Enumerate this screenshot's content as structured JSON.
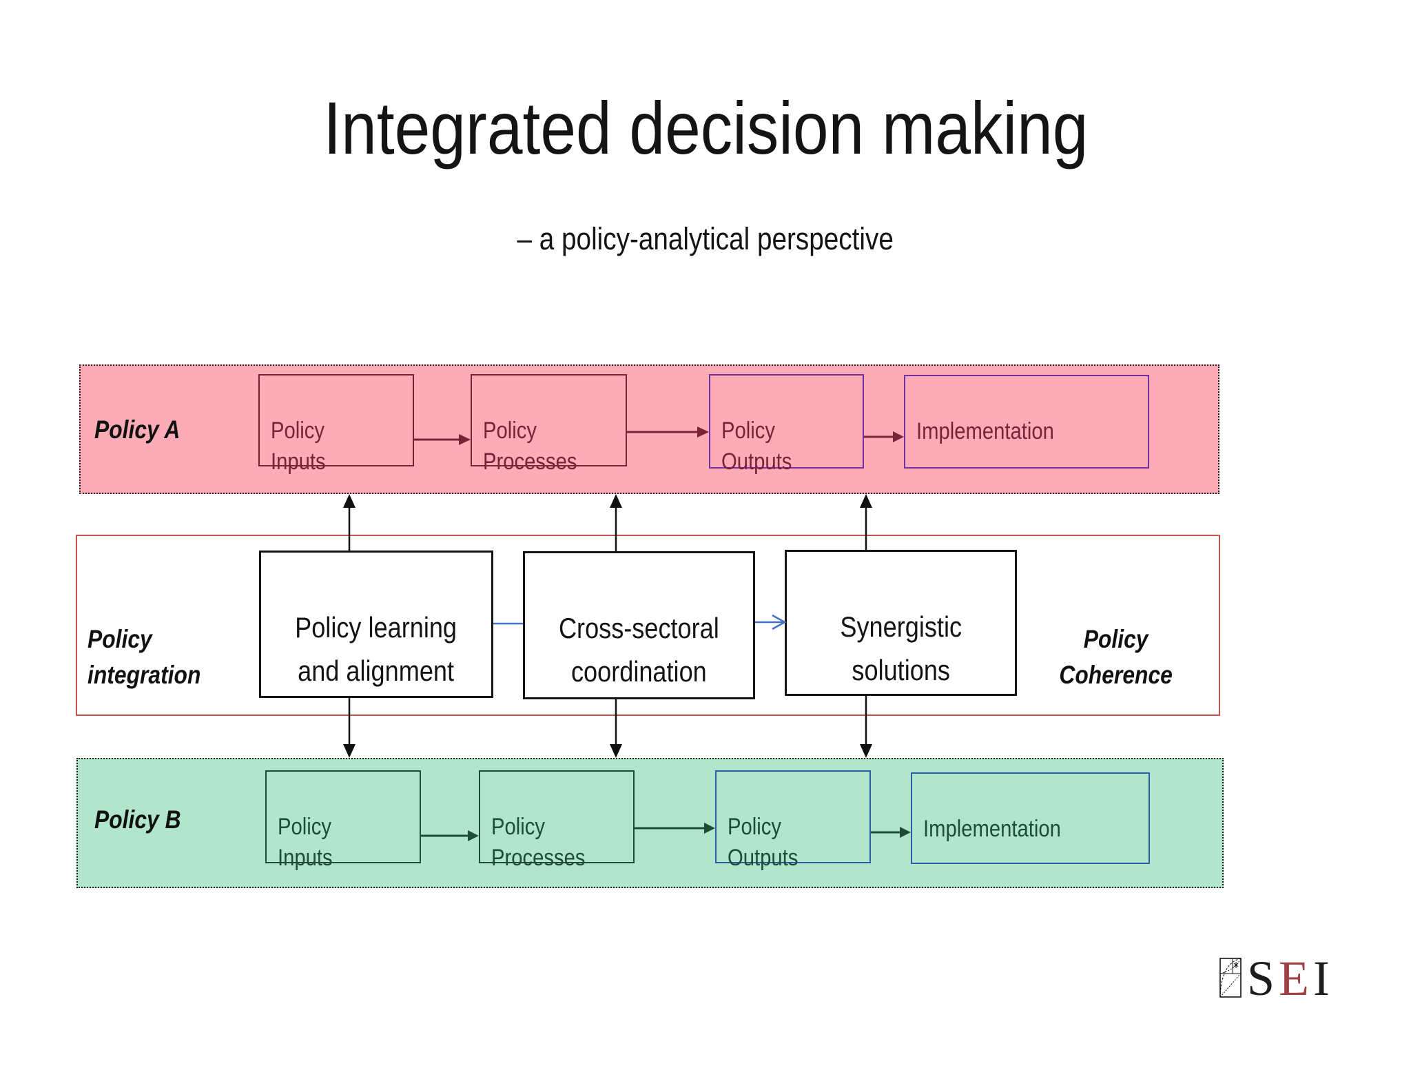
{
  "slide": {
    "title": "Integrated decision making",
    "subtitle": "– a policy-analytical perspective"
  },
  "policy_a": {
    "label": "Policy A",
    "boxes": [
      {
        "text": "Policy\nInputs"
      },
      {
        "text": "Policy\nProcesses"
      },
      {
        "text": "Policy\nOutputs"
      },
      {
        "text": "Implementation"
      }
    ]
  },
  "integration": {
    "left_label": "Policy\nintegration",
    "right_label": "Policy\nCoherence",
    "boxes": [
      {
        "text": "Policy learning\nand alignment"
      },
      {
        "text": "Cross-sectoral\ncoordination"
      },
      {
        "text": "Synergistic\nsolutions"
      }
    ]
  },
  "policy_b": {
    "label": "Policy B",
    "boxes": [
      {
        "text": "Policy\nInputs"
      },
      {
        "text": "Policy\nProcesses"
      },
      {
        "text": "Policy\nOutputs"
      },
      {
        "text": "Implementation"
      }
    ]
  },
  "logo": {
    "letters": [
      "S",
      "E",
      "I"
    ]
  },
  "colors": {
    "band_a_fill": "#FBACB6",
    "band_b_fill": "#B2E6CC",
    "maroon": "#7A2338",
    "purple": "#7030A0",
    "dark_green": "#1E4D35",
    "blue_border": "#2E5CA6",
    "connector_blue": "#4472C4",
    "integration_border": "#C4534F",
    "sei_red": "#9E4044"
  }
}
